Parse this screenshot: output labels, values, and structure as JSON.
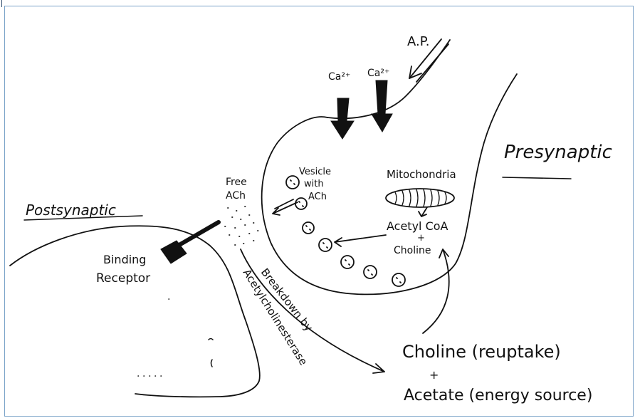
{
  "labels": {
    "ap": "A.P.",
    "ca1": "Ca²⁺",
    "ca2": "Ca²⁺",
    "presynaptic": "Presynaptic",
    "postsynaptic": "Postsynaptic",
    "vesicle_line1": "Vesicle",
    "vesicle_line2": "with",
    "vesicle_line3": "ACh",
    "free_line1": "Free",
    "free_line2": "ACh",
    "mitochondria": "Mitochondria",
    "acetyl_coa": "Acetyl CoA",
    "plus1": "+",
    "choline": "Choline",
    "binding_line1": "Binding",
    "binding_line2": "Receptor",
    "breakdown_line1": "Breakdown by",
    "breakdown_line2": "Acetylcholinesterase",
    "choline_reuptake": "Choline (reuptake)",
    "plus2": "+",
    "acetate": "Acetate (energy source)"
  },
  "colors": {
    "ink": "#111111",
    "frame": "#7aa2c8"
  }
}
